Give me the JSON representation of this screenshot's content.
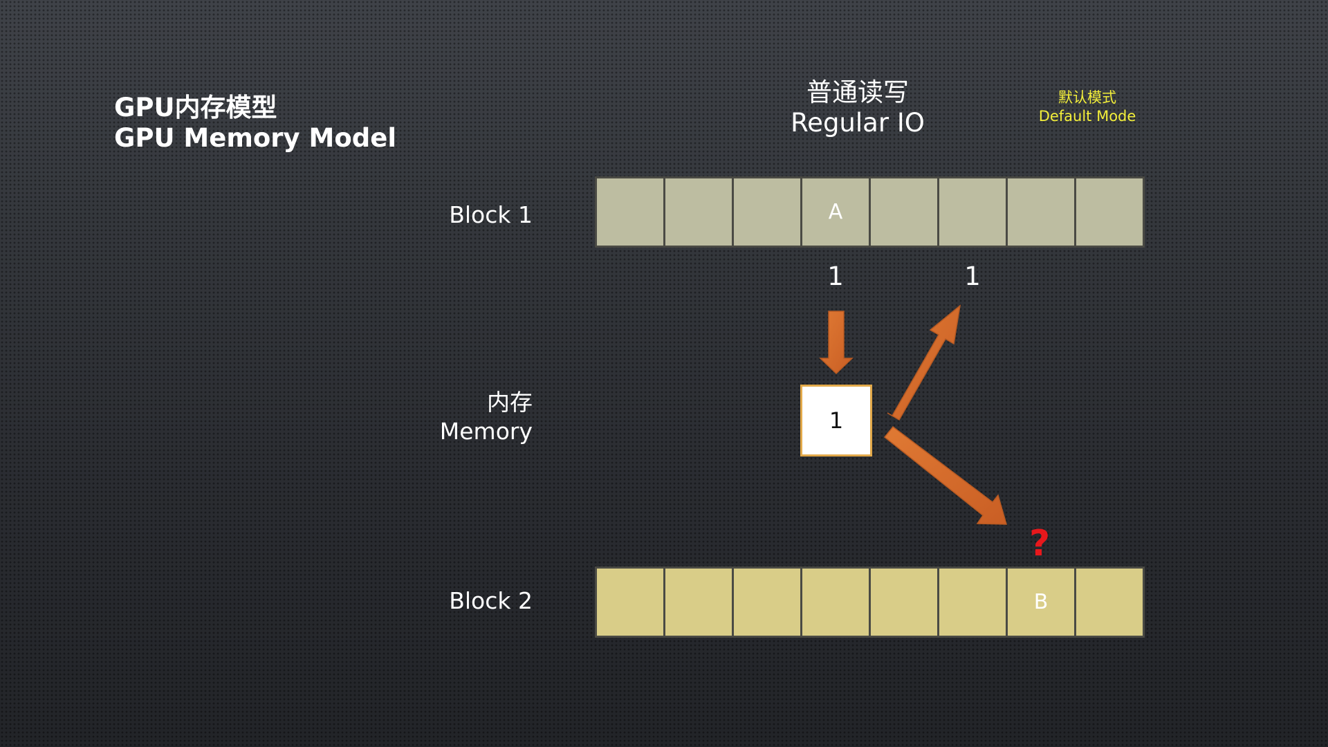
{
  "title": {
    "line1": "GPU内存模型",
    "line2": "GPU Memory Model"
  },
  "header": {
    "line1": "普通读写",
    "line2": "Regular IO"
  },
  "mode": {
    "line1": "默认模式",
    "line2": "Default Mode"
  },
  "labels": {
    "block1": "Block 1",
    "memory_cn": "内存",
    "memory_en": "Memory",
    "block2": "Block 2"
  },
  "block1": {
    "cells": [
      "",
      "",
      "",
      "A",
      "",
      "",
      "",
      ""
    ]
  },
  "block2": {
    "cells": [
      "",
      "",
      "",
      "",
      "",
      "",
      "B",
      ""
    ]
  },
  "arrow_values": {
    "down": "1",
    "up": "1"
  },
  "memory_value": "1",
  "question_mark": "?",
  "colors": {
    "block1_cell": "#bdbda1",
    "block2_cell": "#d9cd88",
    "arrow": "#d5692b",
    "mode_text": "#f3ef3a",
    "question_mark": "#e8181c",
    "memory_border": "#e2a94a"
  }
}
